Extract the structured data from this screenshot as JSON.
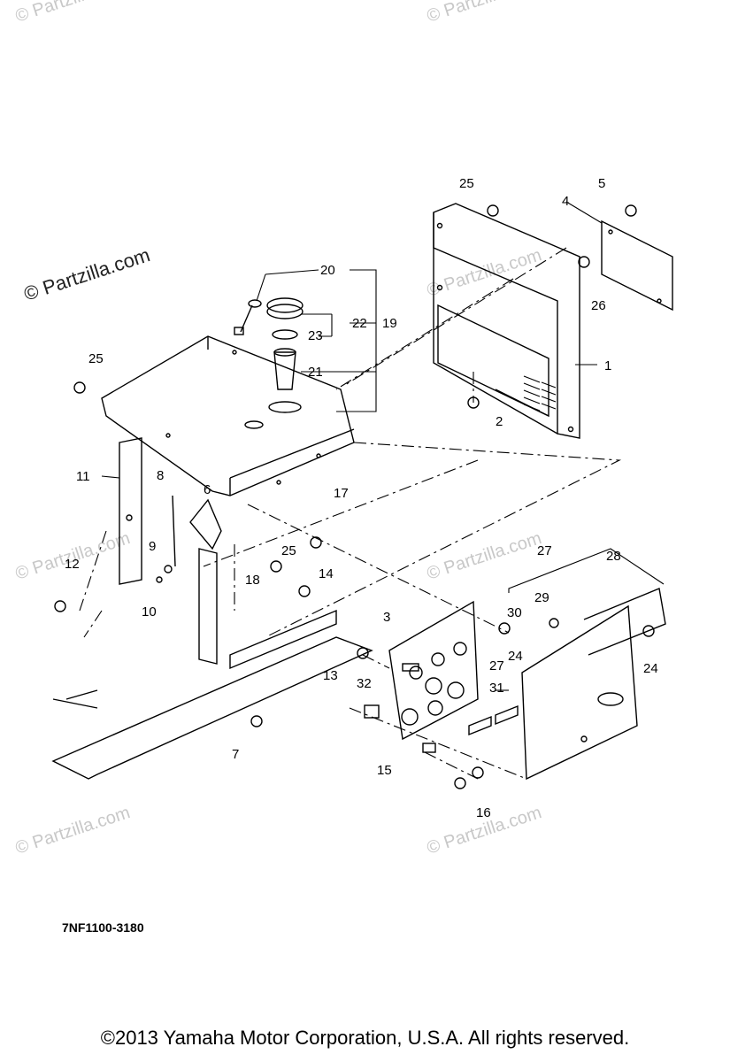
{
  "watermark": {
    "main": "© Partzilla.com",
    "faint": "© Partzilla.com"
  },
  "diagram_code": "7NF1100-3180",
  "copyright": "©2013  Yamaha Motor Corporation, U.S.A. All rights reserved.",
  "callouts": [
    "1",
    "2",
    "3",
    "4",
    "5",
    "6",
    "7",
    "8",
    "9",
    "10",
    "11",
    "12",
    "13",
    "14",
    "15",
    "16",
    "17",
    "18",
    "19",
    "20",
    "21",
    "22",
    "23",
    "24",
    "24",
    "25",
    "25",
    "25",
    "26",
    "27",
    "27",
    "28",
    "29",
    "30",
    "31",
    "32"
  ]
}
